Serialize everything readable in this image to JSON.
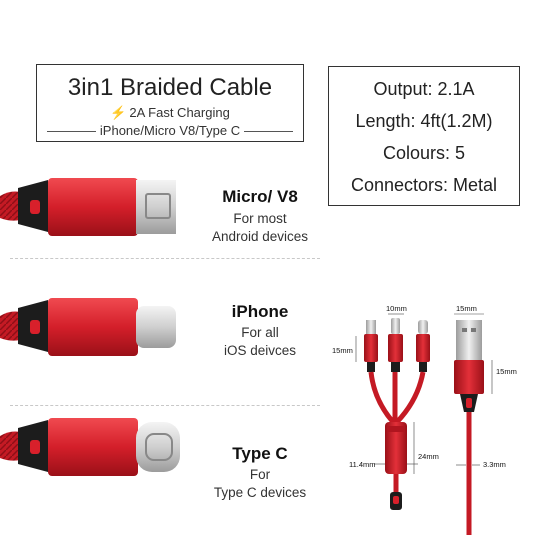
{
  "title_box": {
    "title": "3in1 Braided Cable",
    "subtitle": "2A Fast Charging",
    "compat": "iPhone/Micro V8/Type C"
  },
  "specs": [
    "Output: 2.1A",
    "Length: 4ft(1.2M)",
    "Colours: 5",
    "Connectors: Metal"
  ],
  "connectors": [
    {
      "name": "Micro/ V8",
      "desc1": "For most",
      "desc2": "Android devices"
    },
    {
      "name": "iPhone",
      "desc1": "For all",
      "desc2": "iOS deivces"
    },
    {
      "name": "Type C",
      "desc1": "For",
      "desc2": "Type C devices"
    }
  ],
  "dimensions": {
    "d10": "10mm",
    "d15top": "15mm",
    "d15left": "15mm",
    "d15right": "15mm",
    "d24": "24mm",
    "d11": "11.4mm",
    "d33": "3.3mm"
  },
  "colors": {
    "cable_red": "#d8202b",
    "connector_black": "#1c1c1c",
    "bolt_yellow": "#f1b81c"
  },
  "icons": [
    "lightning-bolt-icon"
  ]
}
